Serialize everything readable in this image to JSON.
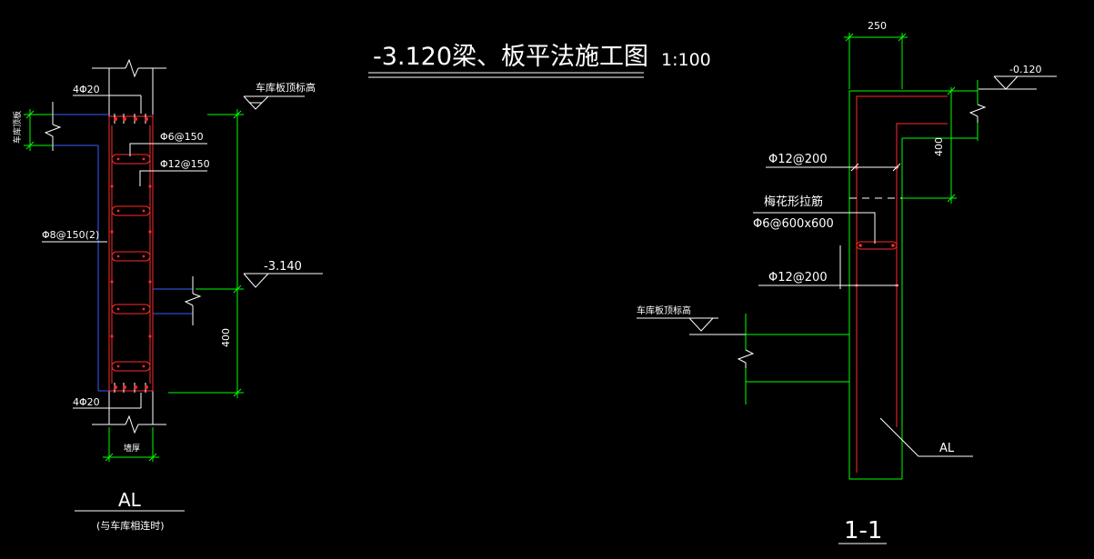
{
  "title": {
    "main": "-3.120梁、板平法施工图",
    "scale": "1:100"
  },
  "left_detail": {
    "top_bar_label": "4Φ20",
    "bottom_bar_label": "4Φ20",
    "side_label": "车库顶板",
    "stirrup_label": "Φ8@150(2)",
    "tie_label_1": "Φ6@150",
    "tie_label_2": "Φ12@150",
    "slab_top_label": "车库板顶标高",
    "elevation_label": "-3.140",
    "dim_400": "400",
    "wall_thickness_label": "墙厚",
    "name": "AL",
    "subtitle": "(与车库相连时)"
  },
  "right_detail": {
    "dim_250": "250",
    "elevation_label": "-0.120",
    "dim_400": "400",
    "bar_label_1": "Φ12@200",
    "tie_name": "梅花形拉筋",
    "tie_spec": "Φ6@600x600",
    "bar_label_2": "Φ12@200",
    "slab_top_label": "车库板顶标高",
    "al_label": "AL",
    "section_label": "1-1"
  },
  "colors": {
    "background": "#000000",
    "outline": "#00ff00",
    "rebar": "#ff2a2a",
    "slab": "#3a5bff",
    "text": "#ffffff"
  }
}
